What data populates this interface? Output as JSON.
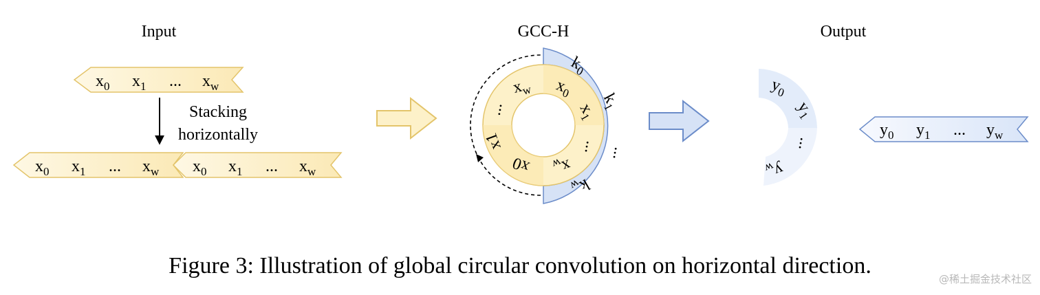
{
  "labels": {
    "input": "Input",
    "gcc": "GCC-H",
    "output": "Output",
    "stacking_line1": "Stacking",
    "stacking_line2": "horizontally"
  },
  "symbols": {
    "x": "x",
    "y": "y",
    "k": "k",
    "ellipsis": "...",
    "sub0": "0",
    "sub1": "1",
    "subw": "w",
    "x1_inner": "x1",
    "x0_inner": "x0"
  },
  "caption": "Figure 3: Illustration of global circular convolution on horizontal direction.",
  "watermark": "@稀土掘金技术社区",
  "colors": {
    "yellow_fill": "#fdf1c9",
    "yellow_stroke": "#e3c46a",
    "blue_fill": "#d6e2f6",
    "blue_stroke": "#6b8cc9",
    "output_fill": "#e3ecfa"
  }
}
